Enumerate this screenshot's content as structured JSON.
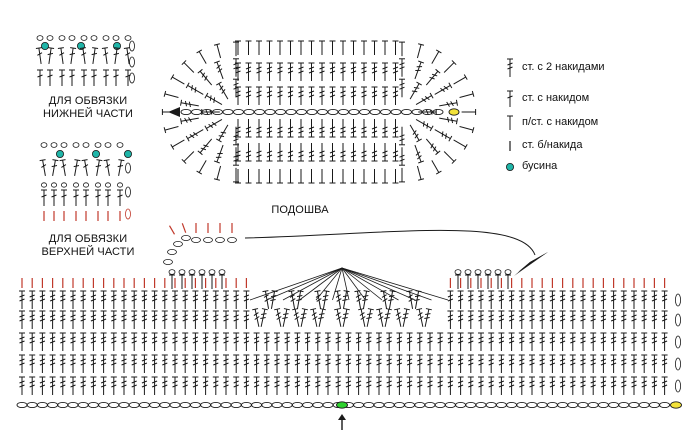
{
  "labels": {
    "lower_trim": [
      "ДЛЯ ОБВЯЗКИ",
      "НИЖНЕЙ ЧАСТИ"
    ],
    "upper_trim": [
      "ДЛЯ ОБВЯЗКИ",
      "ВЕРХНЕЙ ЧАСТИ"
    ],
    "sole": "ПОДОШВА"
  },
  "legend": [
    {
      "symbol": "dc2",
      "text": "ст. с 2 накидами"
    },
    {
      "symbol": "dc",
      "text": "ст. с накидом"
    },
    {
      "symbol": "hdc",
      "text": "п/ст. с накидом"
    },
    {
      "symbol": "sc",
      "text": "ст. б/накида"
    },
    {
      "symbol": "bead",
      "text": "бусина"
    }
  ],
  "colors": {
    "ink": "#1a1a1a",
    "bead": "#1fb5a8",
    "chain_highlight": "#f2e23a",
    "start_mark": "#2ed12e",
    "red_stitch": "#c0392b"
  }
}
